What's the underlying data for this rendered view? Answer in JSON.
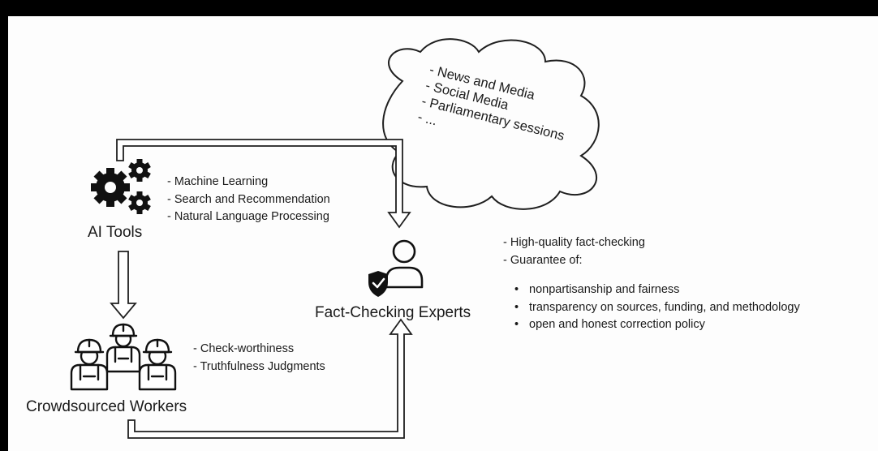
{
  "cloud_items": [
    "- News and Media",
    "- Social Media",
    "- Parliamentary sessions",
    "- ..."
  ],
  "ai_tools": {
    "label": "AI Tools",
    "items": [
      "- Machine Learning",
      "- Search and Recommendation",
      "- Natural Language Processing"
    ]
  },
  "crowd": {
    "label": "Crowdsourced Workers",
    "items": [
      "- Check-worthiness",
      "- Truthfulness Judgments"
    ]
  },
  "experts": {
    "label": "Fact-Checking Experts",
    "items": [
      "- High-quality fact-checking",
      "- Guarantee of:"
    ],
    "guarantees": [
      "nonpartisanship and fairness",
      "transparency on sources, funding, and methodology",
      "open and honest correction policy"
    ]
  },
  "icons": {
    "ai": "gears-icon",
    "crowd": "workers-hardhat-icon",
    "expert": "person-with-shield-check-icon"
  }
}
